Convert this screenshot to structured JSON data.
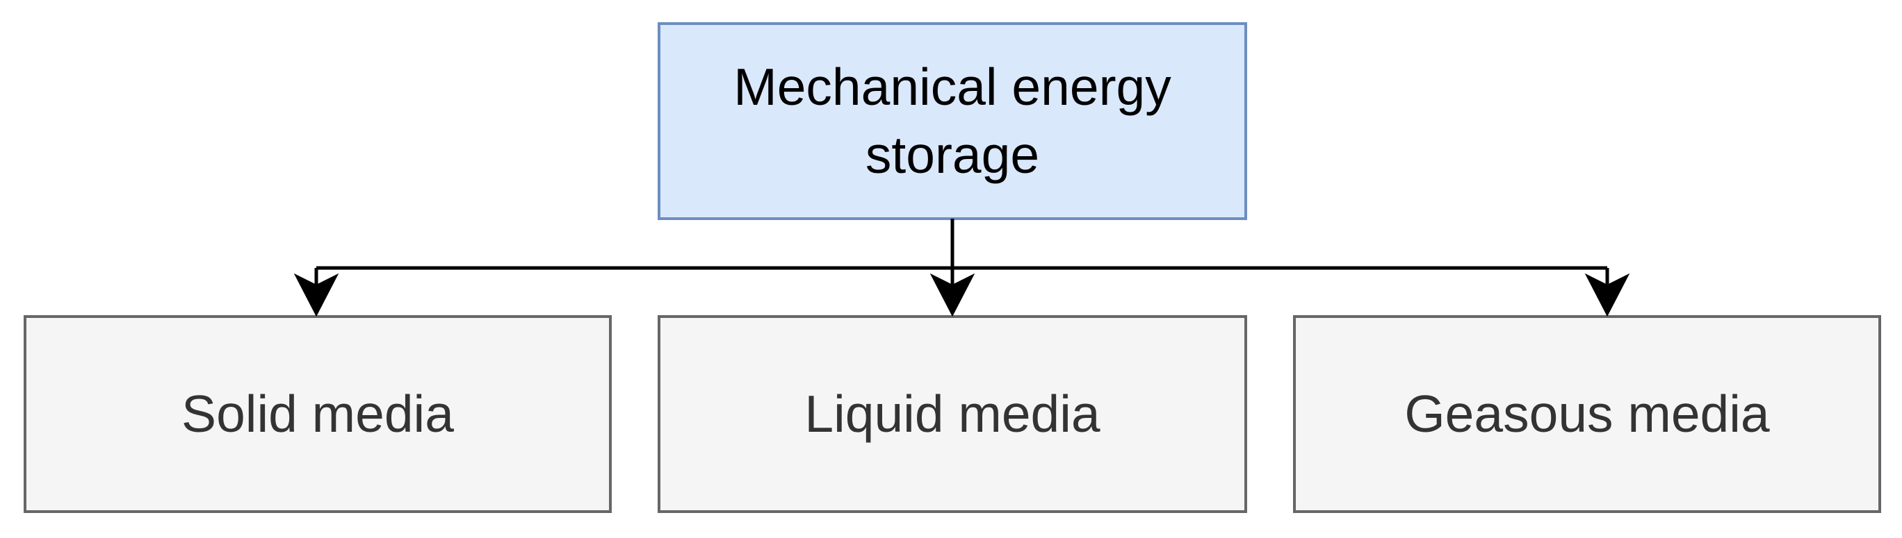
{
  "root": {
    "label": "Mechanical energy storage"
  },
  "children": [
    {
      "label": "Solid media"
    },
    {
      "label": "Liquid media"
    },
    {
      "label": "Geasous media"
    }
  ],
  "colors": {
    "root_fill": "#dae8fc",
    "root_stroke": "#6c8ebf",
    "child_fill": "#f5f5f5",
    "child_stroke": "#666666",
    "connector": "#000000",
    "root_text": "#000000",
    "child_text": "#333333"
  }
}
